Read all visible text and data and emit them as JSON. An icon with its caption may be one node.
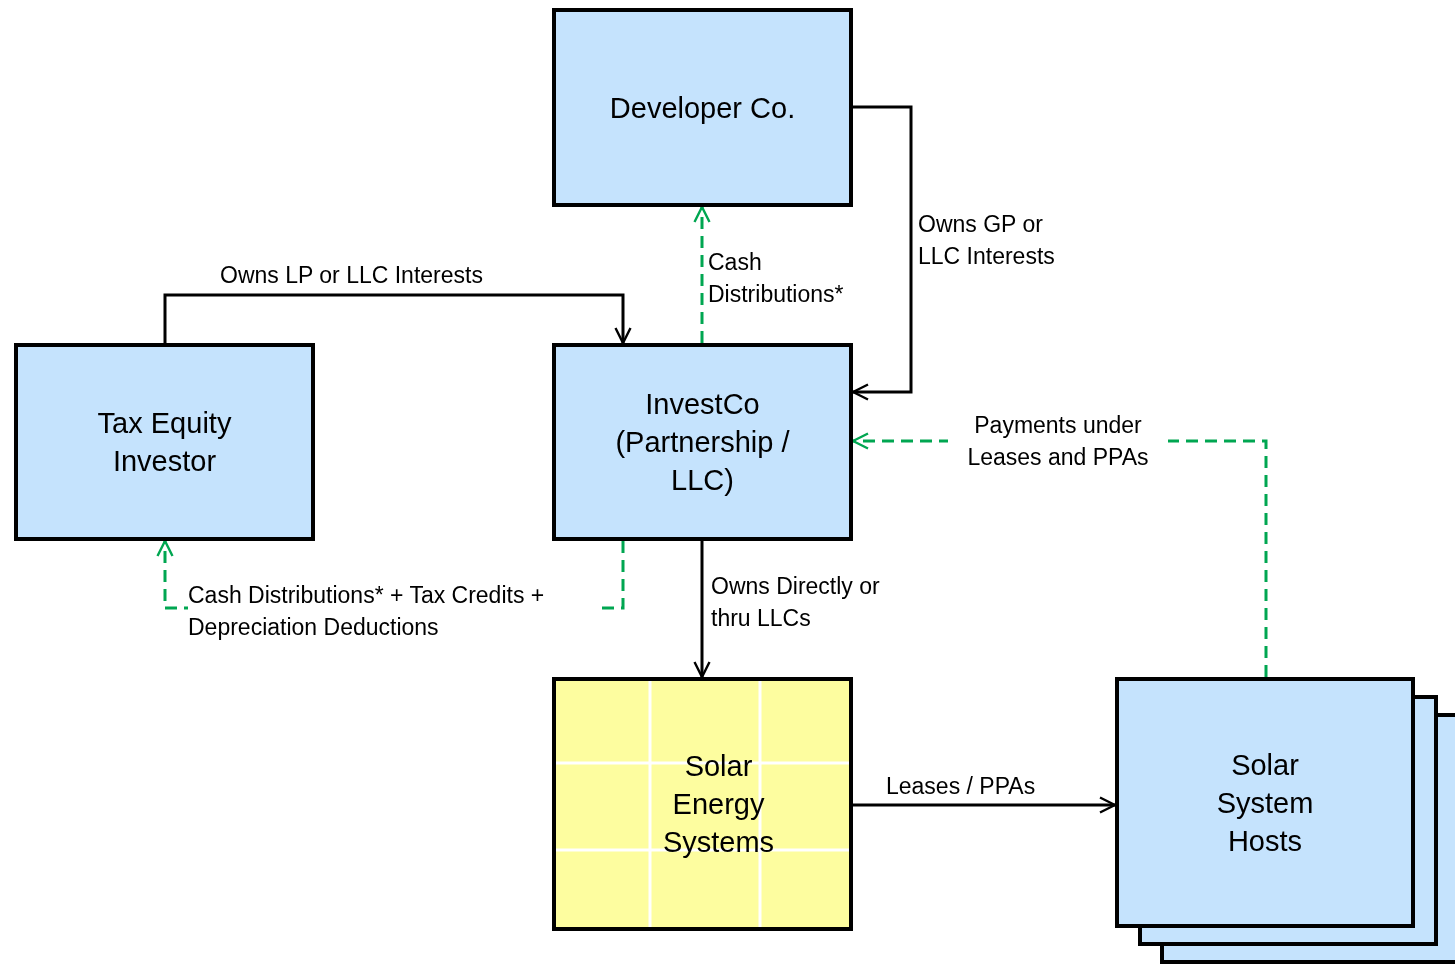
{
  "diagram": {
    "nodes": [
      {
        "text": [
          "Developer Co."
        ]
      },
      {
        "text": [
          "Tax Equity Investor"
        ]
      },
      {
        "text": [
          "InvestCo (Partnership / LLC)"
        ]
      },
      {
        "text": [
          "Solar Energy Systems"
        ]
      },
      {
        "text": [
          "Solar System Hosts"
        ]
      }
    ],
    "edges": [
      {
        "from": 0,
        "to": 2,
        "arrow": "to",
        "label": "Owns GP or LLC Interests"
      },
      {
        "from": 1,
        "to": 2,
        "arrow": "to",
        "label": "Owns LP or LLC Interests"
      },
      {
        "from": 2,
        "to": 0,
        "arrow": "to",
        "label": "Cash Distributions*",
        "style": "dashed",
        "color": "#00a651"
      },
      {
        "from": 2,
        "to": 1,
        "arrow": "to",
        "label": "Cash Distributions* + Tax Credits + Depreciation Deductions",
        "style": "dashed",
        "color": "#00a651"
      },
      {
        "from": 4,
        "to": 2,
        "arrow": "to",
        "label": "Payments under Leases and PPAs",
        "style": "dashed",
        "color": "#00a651"
      },
      {
        "from": 2,
        "to": 3,
        "arrow": "to",
        "label": "Owns Directly or thru LLCs"
      },
      {
        "from": 3,
        "to": 4,
        "arrow": "to",
        "label": "Leases / PPAs"
      }
    ]
  }
}
